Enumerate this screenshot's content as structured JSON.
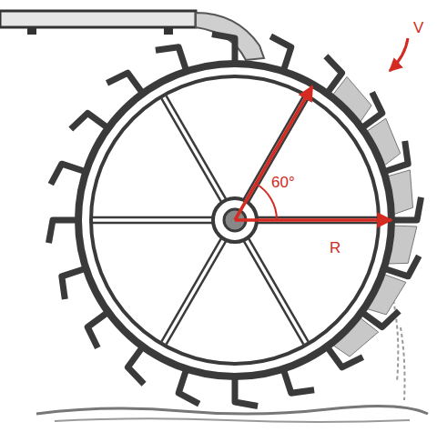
{
  "diagram": {
    "labels": [
      "V",
      "60°",
      "R"
    ]
  }
}
